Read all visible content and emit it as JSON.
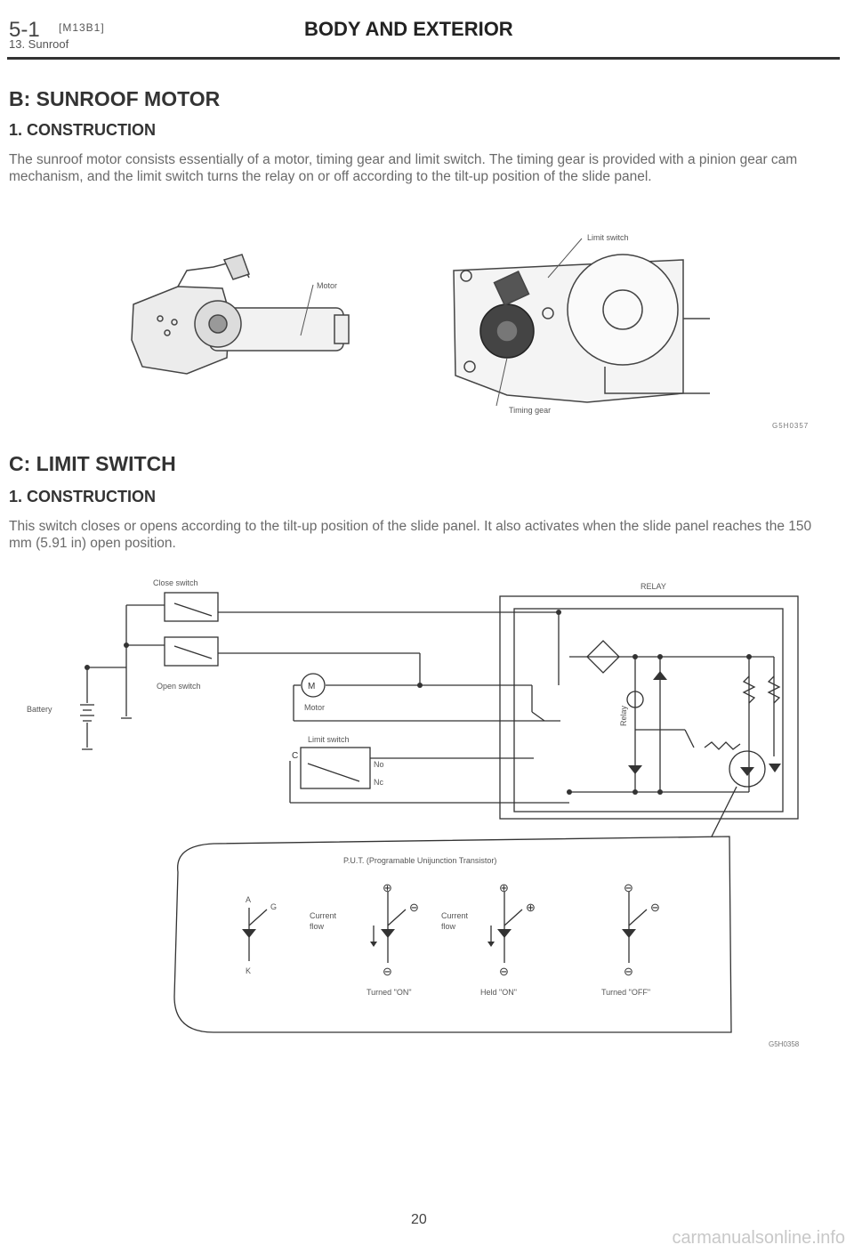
{
  "header": {
    "section_number": "5-1",
    "code": "[M13B1]",
    "subsection": "13. Sunroof",
    "title": "BODY AND EXTERIOR"
  },
  "section_b": {
    "heading": "B: SUNROOF MOTOR",
    "subheading": "1. CONSTRUCTION",
    "text": "The sunroof motor consists essentially of a motor, timing gear and limit switch. The timing gear is provided with a pinion gear cam mechanism, and the limit switch turns the relay on or off according to the tilt-up position of the slide panel.",
    "figure": {
      "labels": {
        "motor": "Motor",
        "limit_switch": "Limit switch",
        "timing_gear": "Timing gear"
      },
      "code": "G5H0357"
    }
  },
  "section_c": {
    "heading": "C: LIMIT SWITCH",
    "subheading": "1. CONSTRUCTION",
    "text": "This switch closes or opens according to the tilt-up position of the slide panel. It also activates when the slide panel reaches the 150 mm (5.91 in) open position.",
    "diagram": {
      "close_switch": "Close switch",
      "open_switch": "Open switch",
      "battery": "Battery",
      "motor_symbol": "M",
      "motor": "Motor",
      "limit_switch": "Limit switch",
      "c": "C",
      "no": "No",
      "nc": "Nc",
      "relay_box": "RELAY",
      "relay": "Relay",
      "put_title": "P.U.T. (Programable Unijunction Transistor)",
      "pin_a": "A",
      "pin_g": "G",
      "pin_k": "K",
      "current_flow_1": "Current",
      "current_flow_2": "flow",
      "plus": "⊕",
      "minus": "⊖",
      "state_on": "Turned \"ON\"",
      "state_held": "Held \"ON\"",
      "state_off": "Turned \"OFF\"",
      "code": "G5H0358"
    }
  },
  "footer": {
    "page_number": "20",
    "watermark": "carmanualsonline.info"
  }
}
